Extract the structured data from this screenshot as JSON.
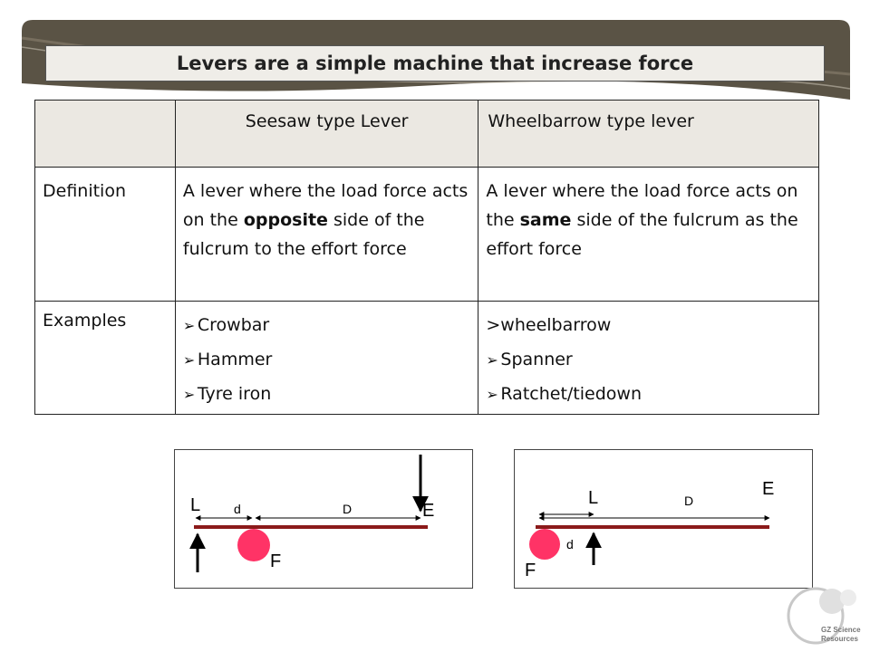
{
  "slide": {
    "title_prefix": "Levers are a simple machine that increase force"
  },
  "table": {
    "headers": [
      "",
      "Seesaw type Lever",
      "Wheelbarrow type lever"
    ],
    "definition": {
      "label": "Definition",
      "seesaw_before": "A lever where the load force acts on the ",
      "seesaw_bold": "opposite",
      "seesaw_after": " side of the fulcrum to the effort force",
      "wheelbarrow_before": "A lever where the load force acts on the ",
      "wheelbarrow_bold": "same",
      "wheelbarrow_after": " side of the fulcrum as the effort force"
    },
    "examples": {
      "label": "Examples",
      "seesaw": [
        "Crowbar",
        "Hammer",
        "Tyre iron"
      ],
      "wheelbarrow_first": ">wheelbarrow",
      "wheelbarrow": [
        "Spanner",
        "Ratchet/tiedown"
      ]
    }
  },
  "diagram_seesaw": {
    "load_label": "L",
    "effort_label": "E",
    "fulcrum_label": "F",
    "short_dist_label": "d",
    "long_dist_label": "D"
  },
  "diagram_wheelbarrow": {
    "load_label": "L",
    "effort_label": "E",
    "fulcrum_label": "F",
    "short_dist_label": "d",
    "long_dist_label": "D"
  },
  "logo": {
    "line1": "GZ Science",
    "line2": "Resources"
  },
  "colors": {
    "lever_bar": "#8b1a1a",
    "fulcrum": "#ff3366",
    "banner": "#5a5345"
  }
}
